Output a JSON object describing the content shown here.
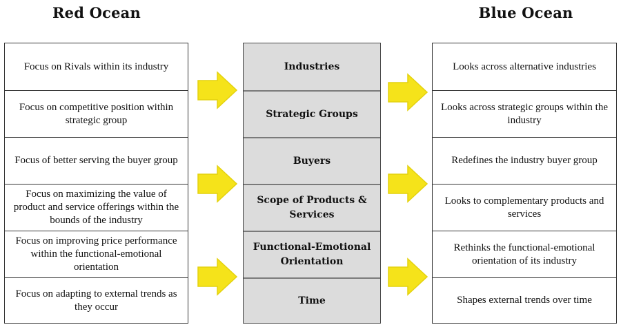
{
  "headings": {
    "left": "Red Ocean",
    "right": "Blue Ocean"
  },
  "red_ocean": [
    "Focus on Rivals within its industry",
    "Focus on competitive position within strategic group",
    "Focus of better serving the buyer group",
    "Focus on maximizing the value of product and service offerings within the bounds of the industry",
    "Focus on improving price performance within the functional-emotional orientation",
    "Focus on adapting to external trends as they occur"
  ],
  "dimensions": [
    "Industries",
    "Strategic Groups",
    "Buyers",
    "Scope of Products & Services",
    "Functional-Emotional Orientation",
    "Time"
  ],
  "blue_ocean": [
    "Looks across alternative industries",
    "Looks across strategic groups within the industry",
    "Redefines the industry buyer group",
    "Looks to complementary products and services",
    "Rethinks the functional-emotional orientation of its industry",
    "Shapes external trends over time"
  ],
  "colors": {
    "arrow": "#f5e31a",
    "middle_fill": "#dcdcdc",
    "border": "#333333"
  }
}
